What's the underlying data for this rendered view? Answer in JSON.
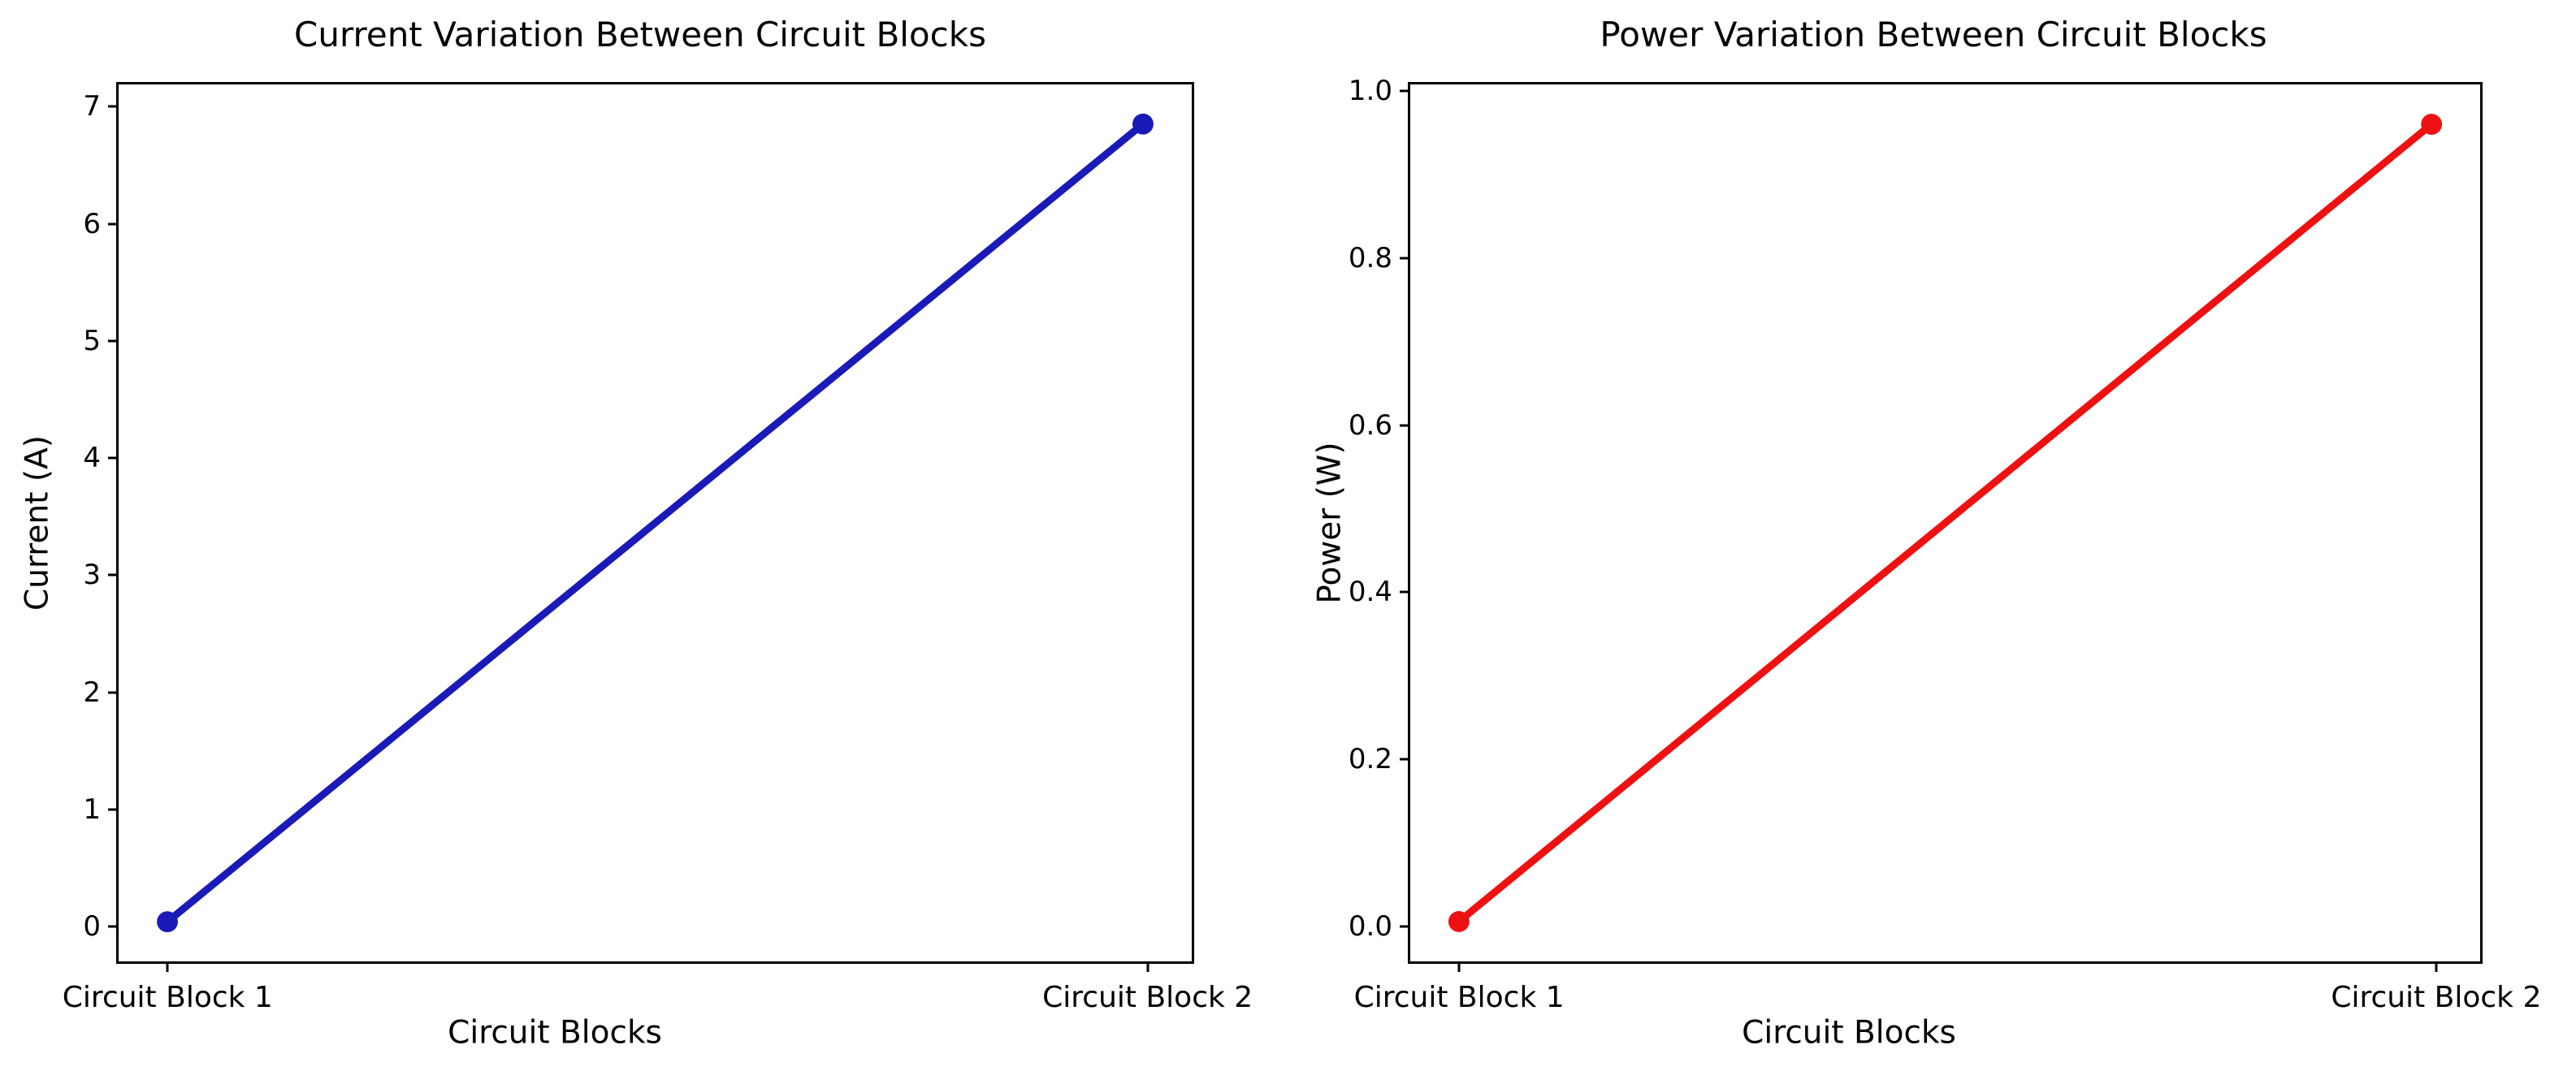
{
  "figure": {
    "background_color": "#ffffff",
    "panel_count": 2
  },
  "chart_data": [
    {
      "type": "line",
      "title": "Current Variation Between Circuit Blocks",
      "xlabel": "Circuit Blocks",
      "ylabel": "Current (A)",
      "categories": [
        "Circuit Block 1",
        "Circuit Block 2"
      ],
      "values": [
        0.0,
        6.85
      ],
      "series": [
        {
          "name": "Current (A)",
          "values": [
            0.0,
            6.85
          ]
        }
      ],
      "color": "#1a1ab8",
      "marker": "circle",
      "marker_size": 13,
      "line_width": 5,
      "grid": false,
      "legend": "none",
      "ylim": [
        -0.34,
        7.19
      ],
      "yticks": [
        "0",
        "1",
        "2",
        "3",
        "4",
        "5",
        "6",
        "7"
      ],
      "ytick_values": [
        0,
        1,
        2,
        3,
        4,
        5,
        6,
        7
      ],
      "xticks": [
        "Circuit Block 1",
        "Circuit Block 2"
      ]
    },
    {
      "type": "line",
      "title": "Power Variation Between Circuit Blocks",
      "xlabel": "Circuit Blocks",
      "ylabel": "Power (W)",
      "categories": [
        "Circuit Block 1",
        "Circuit Block 2"
      ],
      "values": [
        0.0,
        0.96
      ],
      "series": [
        {
          "name": "Power (W)",
          "values": [
            0.0,
            0.96
          ]
        }
      ],
      "color": "#ee1111",
      "marker": "circle",
      "marker_size": 13,
      "line_width": 5,
      "grid": false,
      "legend": "none",
      "ylim": [
        -0.048,
        1.008
      ],
      "yticks": [
        "0.0",
        "0.2",
        "0.4",
        "0.6",
        "0.8",
        "1.0"
      ],
      "ytick_values": [
        0.0,
        0.2,
        0.4,
        0.6,
        0.8,
        1.0
      ],
      "xticks": [
        "Circuit Block 1",
        "Circuit Block 2"
      ]
    }
  ]
}
